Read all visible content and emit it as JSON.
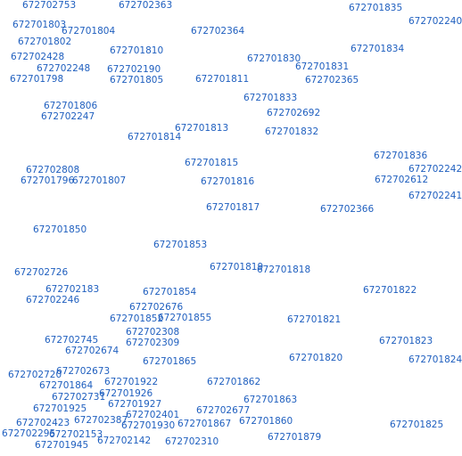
{
  "map": {
    "label_color": "#1f5fbf",
    "background": "#ffffff",
    "labels": [
      "672702753",
      "672702363",
      "672701835",
      "672702240",
      "672701803",
      "672701804",
      "672702364",
      "672701802",
      "672701810",
      "672701834",
      "672702428",
      "672701830",
      "672702248",
      "672702190",
      "672701831",
      "672701798",
      "672701805",
      "672701811",
      "672702365",
      "672701833",
      "672701806",
      "672702692",
      "672702247",
      "672701813",
      "672701814",
      "672701832",
      "672701836",
      "672701815",
      "672702808",
      "672702242",
      "672701796",
      "672701807",
      "672701816",
      "672702612",
      "672702241",
      "672701817",
      "672702366",
      "672701850",
      "672701853",
      "672701819",
      "672701818",
      "672702726",
      "672702183",
      "672701854",
      "672701822",
      "672702246",
      "672702676",
      "672701852",
      "672701855",
      "672701821",
      "672702308",
      "672702745",
      "672702309",
      "672701823",
      "672702674",
      "672701820",
      "672701824",
      "672701865",
      "672702673",
      "672702720",
      "672701922",
      "672701862",
      "672701864",
      "672701926",
      "672702731",
      "672701863",
      "672701927",
      "672701925",
      "672702677",
      "672702401",
      "672702387",
      "672702423",
      "672701860",
      "672701867",
      "672701930",
      "672701825",
      "672702295",
      "672702153",
      "672701879",
      "672702142",
      "672702310",
      "672701945"
    ]
  }
}
